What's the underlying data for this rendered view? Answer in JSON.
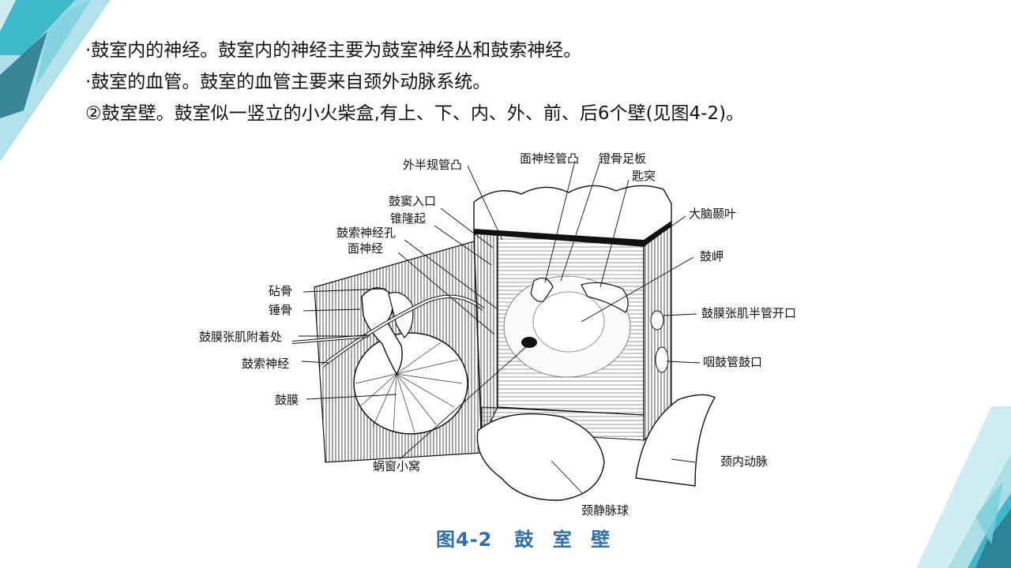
{
  "bullets": [
    "·鼓室内的神经。鼓室内的神经主要为鼓室神经丛和鼓索神经。",
    "·鼓室的血管。鼓室的血管主要来自颈外动脉系统。",
    "②鼓室壁。鼓室似一竖立的小火柴盒,有上、下、内、外、前、后6个壁(见图4-2)。"
  ],
  "figure": {
    "labels": {
      "waibanguiguantu": "外半规管凸",
      "mianshenjingguantu": "面神经管凸",
      "denggu_zuban": "镫骨足板",
      "chitu": "匙突",
      "gudou_rukou": "鼓窦入口",
      "zhuilongqi": "锥隆起",
      "danao_nieye": "大脑颞叶",
      "gusuo_shenjing_kong": "鼓索神经孔",
      "mianshenjing": "面神经",
      "gujia": "鼓岬",
      "zhengu": "砧骨",
      "chuigu": "锤骨",
      "gumo_zhangji_banguan": "鼓膜张肌半管开口",
      "gumo_zhangji_fuzhuochu": "鼓膜张肌附着处",
      "gusuo_shenjing": "鼓索神经",
      "yangu_guan_gukou": "咽鼓管鼓口",
      "gumo": "鼓膜",
      "jingnei_dongmai": "颈内动脉",
      "wochuang_xiaowo": "蜗窗小窝",
      "jingjingmai_qiu": "颈静脉球"
    },
    "caption_number": "图4-2",
    "caption_title": "鼓 室 壁"
  },
  "colors": {
    "caption": "#2f6ea8",
    "deco_teal": "#3fb8c9",
    "deco_light": "#a6dbe6",
    "deco_dark": "#2b7d8f"
  }
}
